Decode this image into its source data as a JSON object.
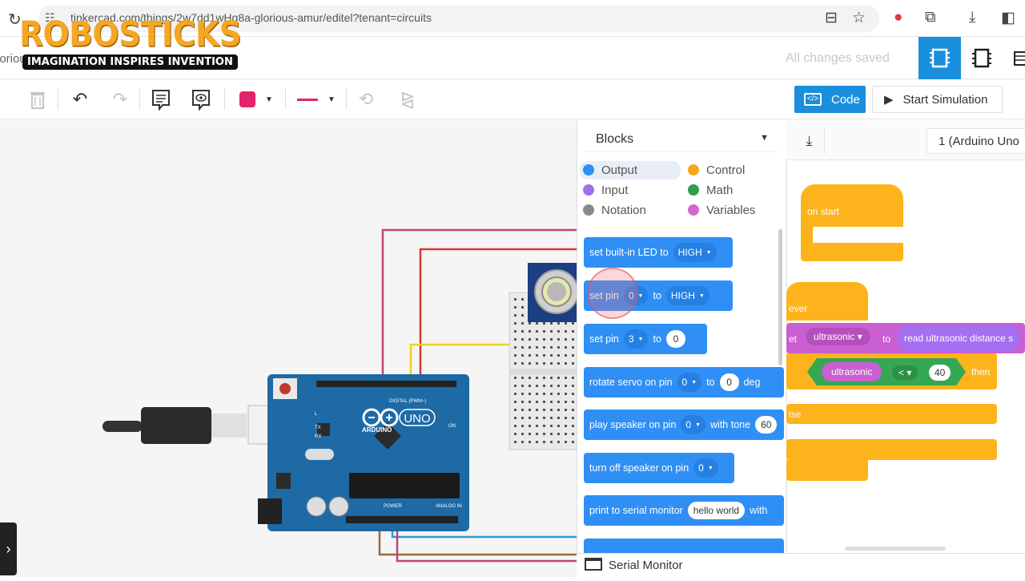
{
  "browser": {
    "url": "tinkercad.com/things/2w7dd1wHg8a-glorious-amur/editel?tenant=circuits",
    "icons": [
      "reload-icon",
      "site-info-icon",
      "install-icon",
      "star-icon",
      "extension-icon",
      "puzzle-icon",
      "download-icon",
      "sidepanel-icon"
    ]
  },
  "header": {
    "design_name": "lorious Amur",
    "saved_status": "All changes saved",
    "views": [
      "circuit-view-icon",
      "component-list-icon",
      "schematic-icon"
    ]
  },
  "logo": {
    "title": "ROBOSTICKS",
    "tagline": "IMAGINATION INSPIRES INVENTION"
  },
  "toolbar": {
    "code_label": "Code",
    "code_icon": "</>",
    "start_simulation_label": "Start Simulation",
    "fill_color": "#e2246d",
    "line_color": "#e2246d"
  },
  "blocks_panel": {
    "dropdown_label": "Blocks",
    "categories": [
      {
        "label": "Output",
        "color": "#2f8ff5"
      },
      {
        "label": "Control",
        "color": "#f5a623"
      },
      {
        "label": "Input",
        "color": "#9b6ff0"
      },
      {
        "label": "Math",
        "color": "#2e9e50"
      },
      {
        "label": "Notation",
        "color": "#8a8a8a"
      },
      {
        "label": "Variables",
        "color": "#d466d0"
      }
    ],
    "blocks": [
      {
        "text": "set built-in LED to",
        "dropdown": "HIGH"
      },
      {
        "text": "set pin",
        "pin": "0",
        "to": "to",
        "dropdown": "HIGH"
      },
      {
        "text": "set pin",
        "pin": "3",
        "to": "to",
        "value": "0"
      },
      {
        "text": "rotate servo on pin",
        "pin": "0",
        "to": "to",
        "value": "0",
        "suffix": "deg"
      },
      {
        "text": "play speaker on pin",
        "pin": "0",
        "with": "with tone",
        "value": "60"
      },
      {
        "text": "turn off speaker on pin",
        "pin": "0"
      },
      {
        "text": "print to serial monitor",
        "value": "hello world",
        "with": "with"
      }
    ]
  },
  "workspace": {
    "device": "1 (Arduino Uno",
    "on_start": "on start",
    "forever": "ever",
    "set": "et",
    "variable": "ultrasonic",
    "to": "to",
    "read": "read ultrasonic distance s",
    "condition_var": "ultrasonic",
    "operator": "<",
    "compare_value": "40",
    "then": "then",
    "else": "lse"
  },
  "serial_monitor": {
    "label": "Serial Monitor"
  },
  "circuit": {
    "board_label": "UNO",
    "board_brand": "ARDUINO",
    "digital_label": "DIGITAL (PWM~)",
    "power_label": "POWER",
    "analog_label": "ANALOG IN",
    "on_label": "ON",
    "tx_label": "TX",
    "rx_label": "RX",
    "l_label": "L"
  }
}
